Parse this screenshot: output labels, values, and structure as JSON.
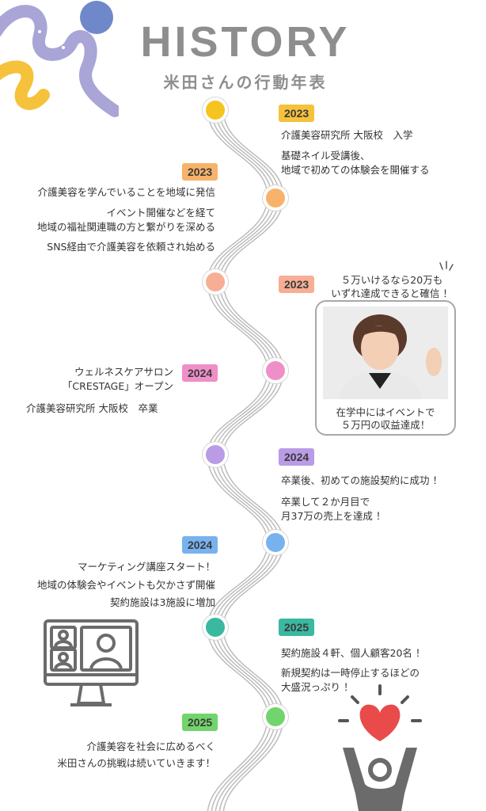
{
  "header": {
    "title": "HISTORY",
    "subtitle": "米田さんの行動年表"
  },
  "colors": {
    "gray_text": "#8e8e8e",
    "yellow": "#f5c41e",
    "orange": "#f7b36a",
    "salmon": "#f7ae94",
    "pink": "#ef8fc8",
    "purple": "#b99be6",
    "blue": "#77b2ee",
    "teal": "#3ab8a0",
    "green": "#72d46c"
  },
  "timeline": [
    {
      "year": "2023",
      "lines": [
        "介護美容研究所 大阪校　入学",
        "基礎ネイル受講後、",
        "地域で初めての体験会を開催する"
      ]
    },
    {
      "year": "2023",
      "lines": [
        "介護美容を学んでいることを地域に発信",
        "イベント開催などを経て",
        "地域の福祉関連職の方と繋がりを深める",
        "SNS経由で介護美容を依頼され始める"
      ]
    },
    {
      "year": "2023",
      "lines": [
        "５万いけるなら20万も",
        "いずれ達成できると確信 ！"
      ],
      "photo_caption": [
        "在学中にはイベントで",
        "５万円の収益達成！"
      ]
    },
    {
      "year": "2024",
      "lines": [
        "ウェルネスケアサロン",
        "「CRESTAGE」オープン",
        "介護美容研究所 大阪校　卒業"
      ]
    },
    {
      "year": "2024",
      "lines": [
        "卒業後、初めての施設契約に成功 ！",
        "卒業して２か月目で",
        "月37万の売上を達成 ！"
      ]
    },
    {
      "year": "2024",
      "lines": [
        "マーケティング講座スタート！",
        "地域の体験会やイベントも欠かさず開催",
        "契約施設は3施設に増加"
      ]
    },
    {
      "year": "2025",
      "lines": [
        "契約施設４軒、個人顧客20名 ！",
        "新規契約は一時停止するほどの",
        "大盛況っぷり ！"
      ]
    },
    {
      "year": "2025",
      "lines": [
        "介護美容を社会に広めるべく",
        "米田さんの挑戦は続いていきます！"
      ]
    }
  ],
  "icons": {
    "deco": "squiggle-decoration",
    "monitor": "video-call-monitor-icon",
    "person": "person-heart-icon"
  }
}
